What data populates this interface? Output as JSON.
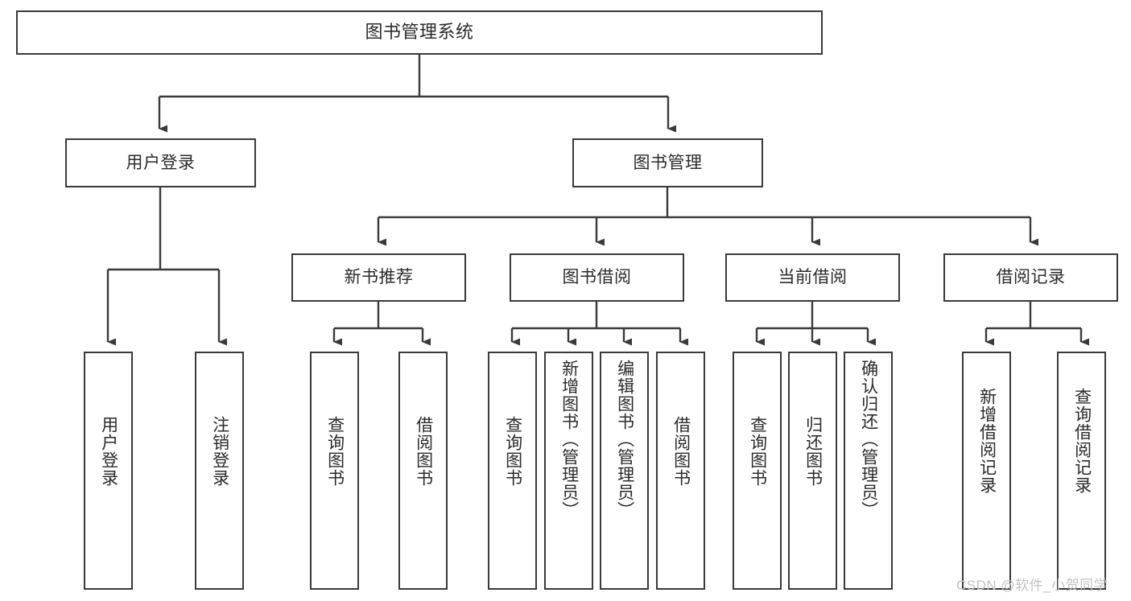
{
  "diagram": {
    "title": "图书管理系统",
    "background_color": "#ffffff",
    "line_color": "#3a3a3a",
    "text_color": "#2b2b2b",
    "root": {
      "id": "root",
      "label": "图书管理系统"
    },
    "level2": [
      {
        "id": "user-login",
        "label": "用户登录"
      },
      {
        "id": "book-manage",
        "label": "图书管理"
      }
    ],
    "level3": [
      {
        "id": "new-book-recommend",
        "label": "新书推荐"
      },
      {
        "id": "book-borrow",
        "label": "图书借阅"
      },
      {
        "id": "current-borrow",
        "label": "当前借阅"
      },
      {
        "id": "borrow-record",
        "label": "借阅记录"
      }
    ],
    "leaves": {
      "user_login": [
        {
          "id": "leaf-user-login",
          "label": "用户登录"
        },
        {
          "id": "leaf-user-logout",
          "label": "注销登录"
        }
      ],
      "new_book_recommend": [
        {
          "id": "leaf-query-book-1",
          "label": "查询图书"
        },
        {
          "id": "leaf-borrow-book-1",
          "label": "借阅图书"
        }
      ],
      "book_borrow": [
        {
          "id": "leaf-query-book-2",
          "label": "查询图书"
        },
        {
          "id": "leaf-add-book",
          "label": "新增图书（管理员）"
        },
        {
          "id": "leaf-edit-book",
          "label": "编辑图书（管理员）"
        },
        {
          "id": "leaf-borrow-book-2",
          "label": "借阅图书"
        }
      ],
      "current_borrow": [
        {
          "id": "leaf-query-book-3",
          "label": "查询图书"
        },
        {
          "id": "leaf-return-book",
          "label": "归还图书"
        },
        {
          "id": "leaf-confirm-return",
          "label": "确认归还（管理员）"
        }
      ],
      "borrow_record": [
        {
          "id": "leaf-add-record",
          "label": "新增借阅记录"
        },
        {
          "id": "leaf-query-record",
          "label": "查询借阅记录"
        }
      ]
    }
  },
  "watermark": {
    "text": "CSDN @软件_小贺同学",
    "color": "#c3c3c3"
  }
}
